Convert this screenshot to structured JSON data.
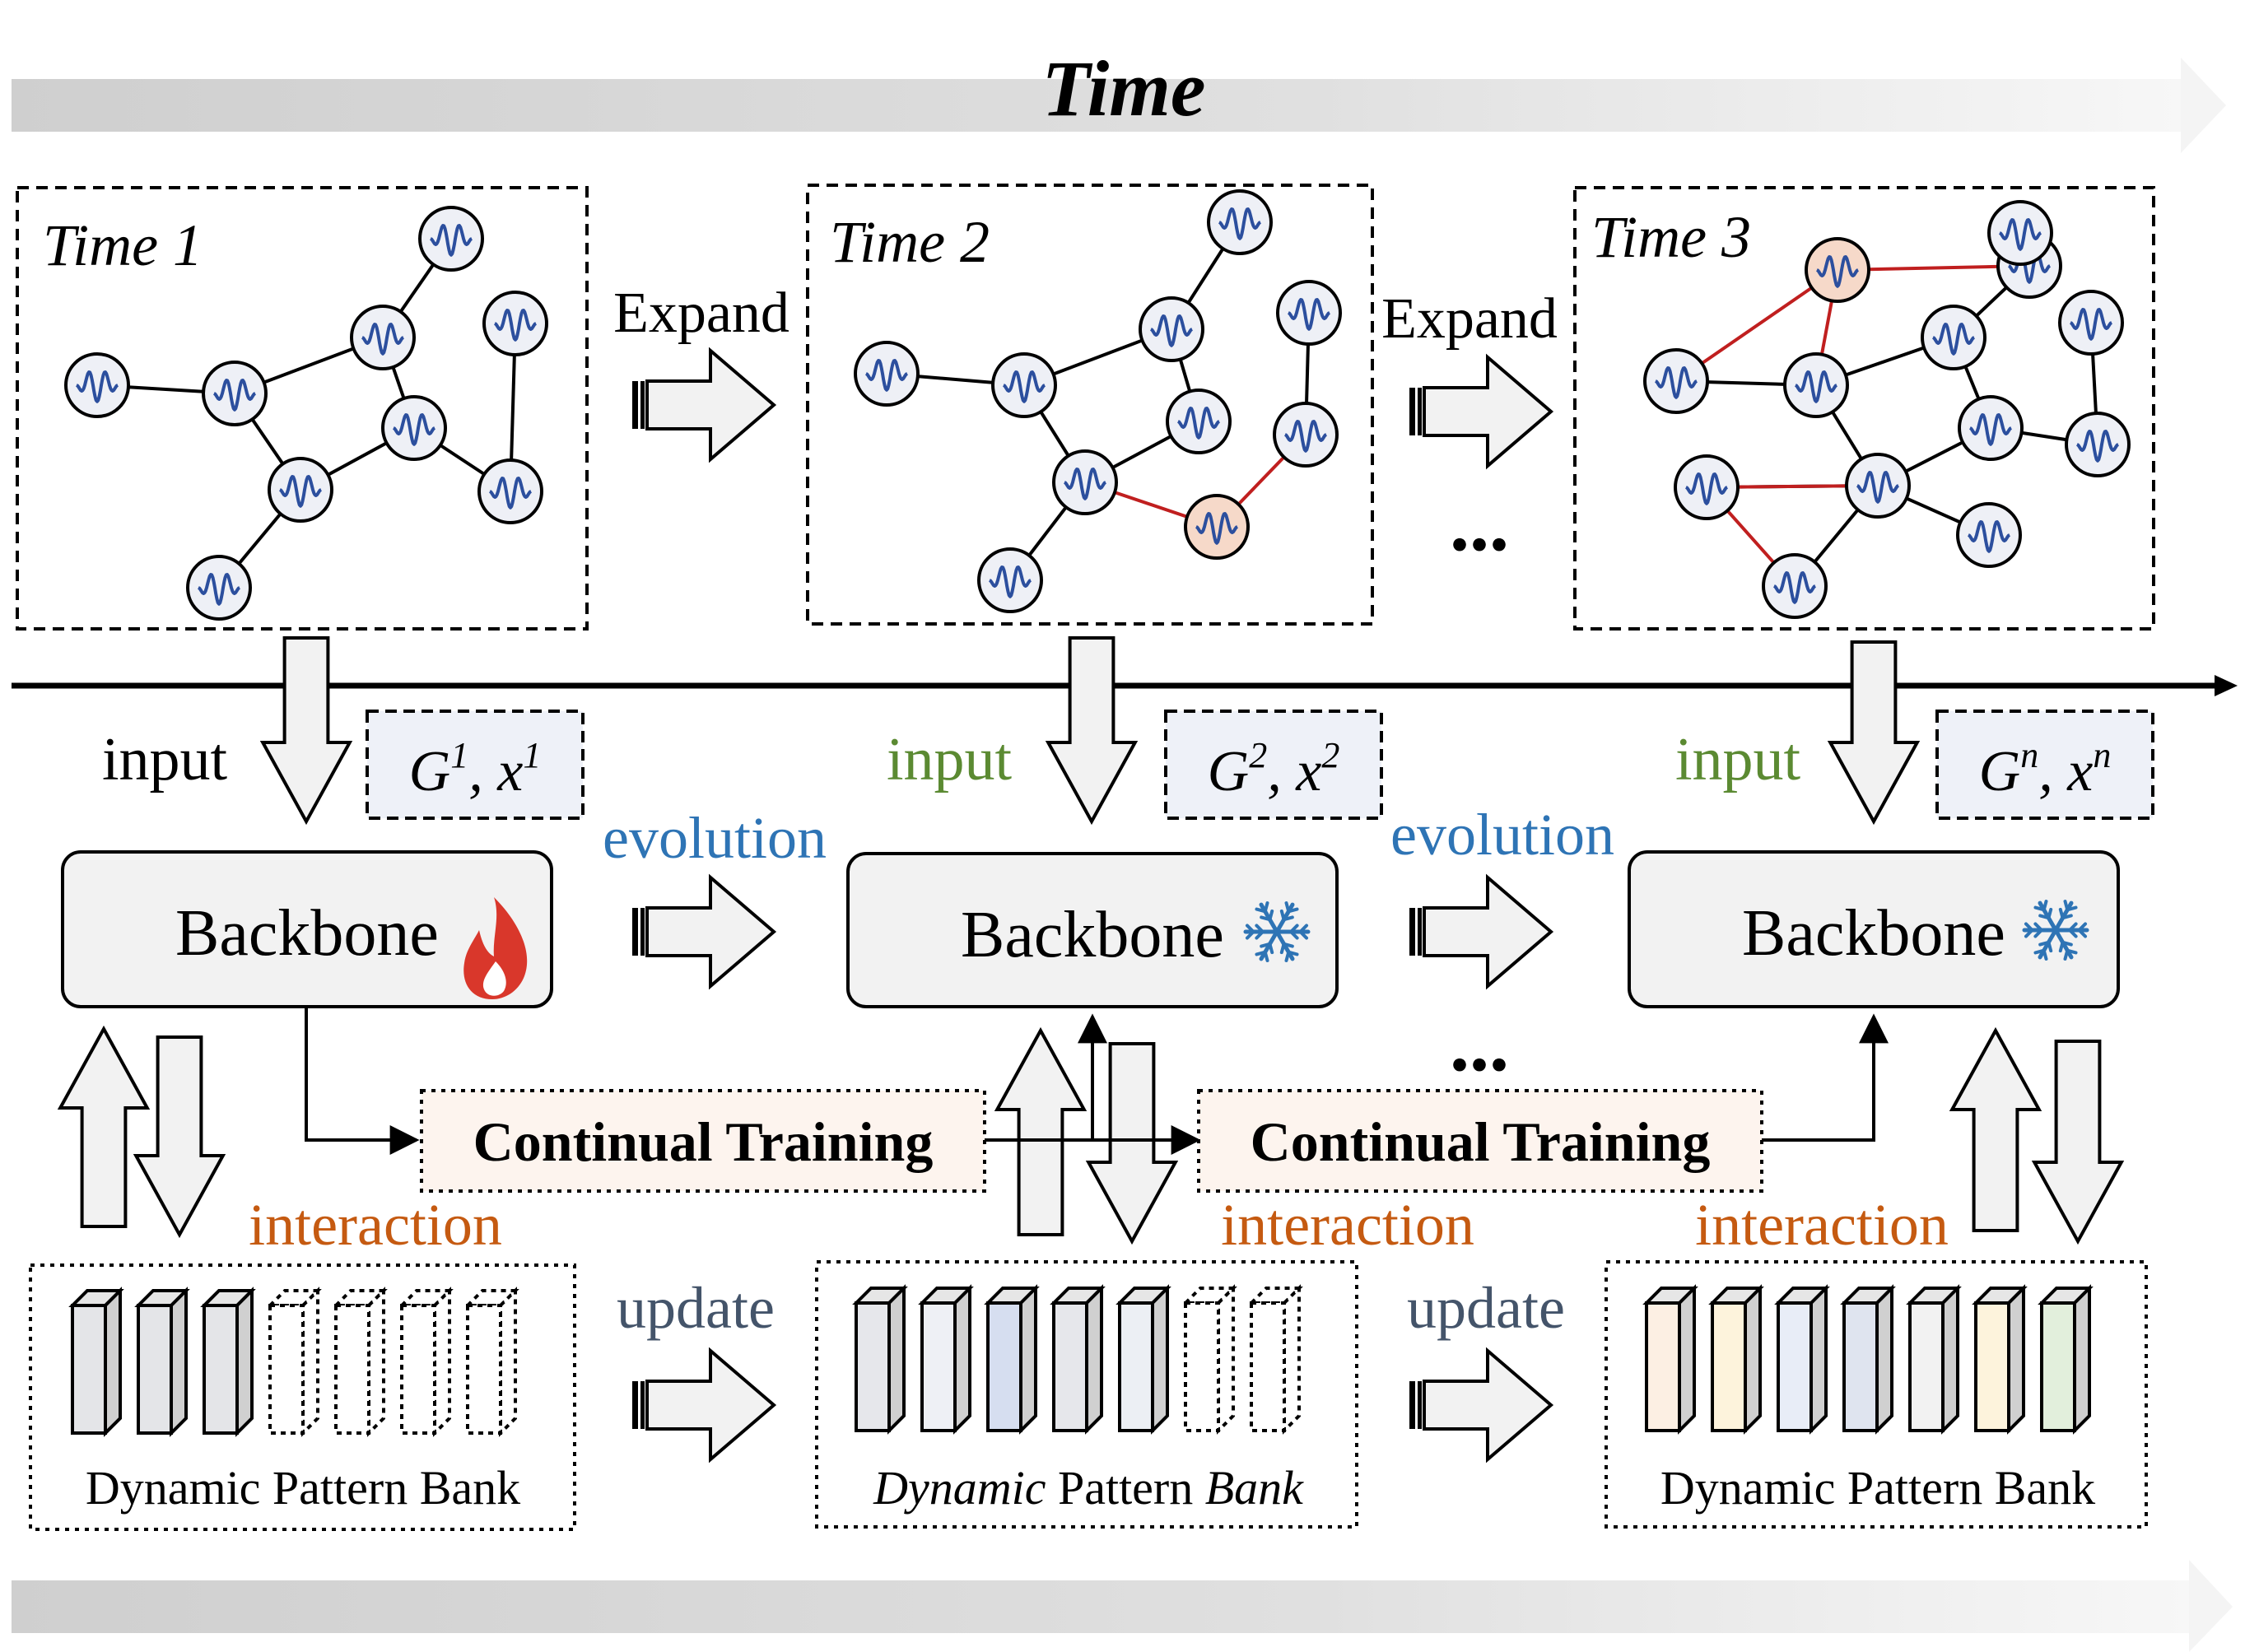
{
  "title": "Time",
  "snapshots": [
    {
      "label": "Time 1"
    },
    {
      "label": "Time 2"
    },
    {
      "label": "Time 3"
    }
  ],
  "expand_label": "Expand",
  "ellipsis": "...",
  "input_label": "input",
  "inputs": [
    {
      "g": "G",
      "g_sup": "1",
      "x": "x",
      "x_sup": "1",
      "sep": ", "
    },
    {
      "g": "G",
      "g_sup": "2",
      "x": "x",
      "x_sup": "2",
      "sep": ", "
    },
    {
      "g": "G",
      "g_sup": "n",
      "x": "x",
      "x_sup": "n",
      "sep": ", "
    }
  ],
  "backbone_label": "Backbone",
  "evolution_label": "evolution",
  "continual_training_label": "Continual Training",
  "interaction_label": "interaction",
  "update_label": "update",
  "pattern_bank": {
    "label": "Dynamic Pattern Bank",
    "italic_parts": [
      "Dynamic",
      " Pattern ",
      "Bank"
    ]
  },
  "colors": {
    "node_fill": "#eef0f6",
    "node_new_fill": "#f6d9c9",
    "wave": "#2c4f9e",
    "new_edge": "#c01f1f",
    "input_green": "#5b8a32",
    "evolution_blue": "#2e74b5",
    "interaction_orange": "#c55a11",
    "update_slate": "#44546a",
    "flame": "#d9372b",
    "snowflake": "#2e74b5",
    "training_fill": "#fdf4ee",
    "input_box_fill": "#eef1f8"
  },
  "icons": [
    "flame-icon",
    "snowflake-icon",
    "waveform-icon",
    "block-arrow-icon"
  ]
}
